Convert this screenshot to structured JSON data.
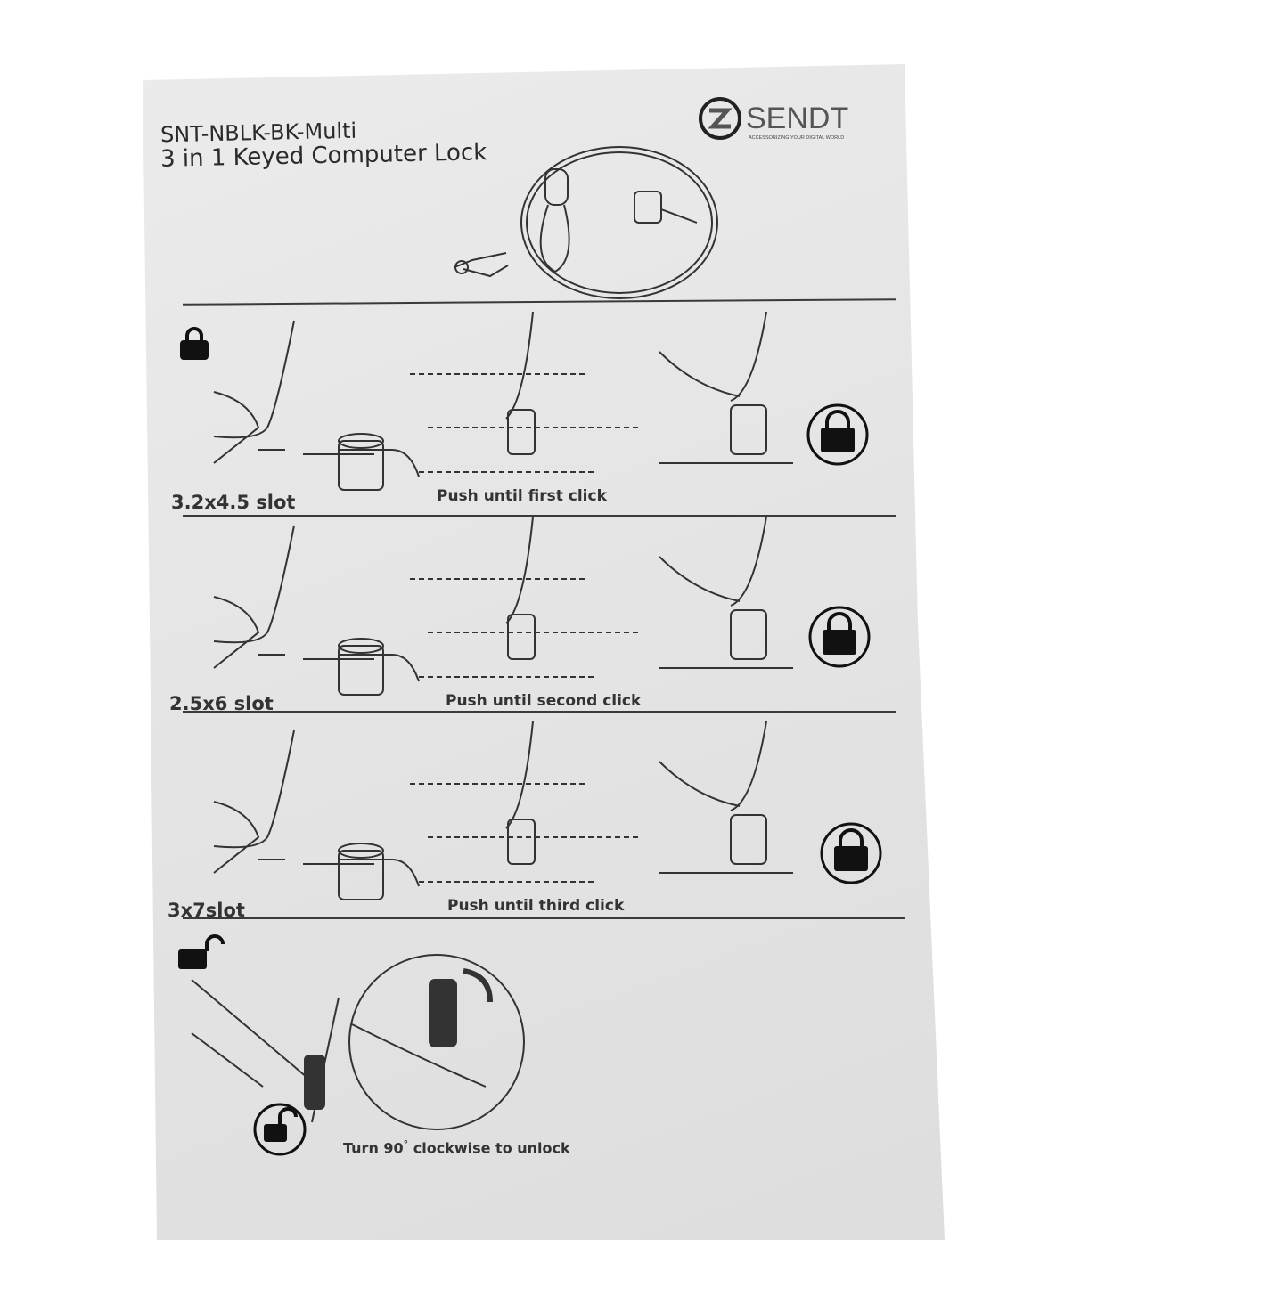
{
  "header": {
    "model": "SNT-NBLK-BK-Multi",
    "product": "3 in 1 Keyed Computer Lock"
  },
  "logo": {
    "brand": "SENDT",
    "tagline": "ACCESSORIZING YOUR DIGITAL WORLD"
  },
  "steps": [
    {
      "slot": "3.2x4.5 slot",
      "instruction": "Push until first click"
    },
    {
      "slot": "2.5x6 slot",
      "instruction": "Push until second click"
    },
    {
      "slot": "3x7slot",
      "instruction": "Push until third click"
    }
  ],
  "unlock": {
    "instruction_prefix": "Turn 90",
    "degree": "°",
    "instruction_suffix": " clockwise to unlock"
  },
  "icons": [
    "lock-closed-icon",
    "lock-open-icon",
    "sendt-logo"
  ],
  "colors": {
    "paper": "#e6e6e6",
    "ink": "#2a2a2a"
  }
}
